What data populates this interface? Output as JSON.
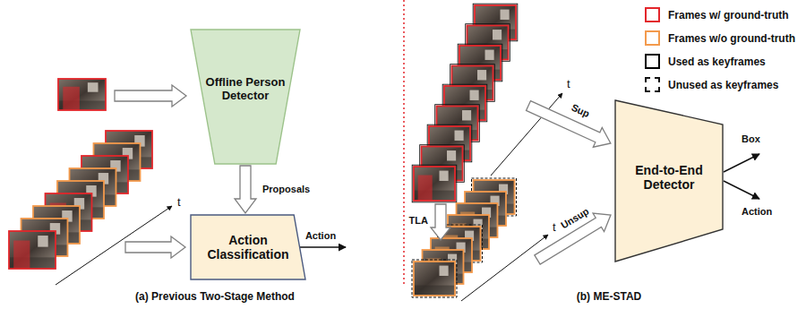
{
  "diagram": {
    "nodes": [
      {
        "text": [
          "Offline Person Detector"
        ]
      },
      {
        "text": [
          "Action Classification"
        ]
      },
      {
        "text": [
          "End-to-End Detector"
        ]
      }
    ],
    "edges": [
      {
        "from": 0,
        "to": 1,
        "label": "Proposals",
        "arrow": "to"
      }
    ],
    "labels": [
      "Action",
      "t",
      "TLA",
      "Sup",
      "Unsup",
      "t",
      "t",
      "Box",
      "Action",
      "(a) Previous Two-Stage Method",
      "(b) ME-STAD"
    ],
    "legend": [
      {
        "text": "Frames w/ ground-truth",
        "color": "#e3262b"
      },
      {
        "text": "Frames w/o ground-truth",
        "color": "#f39a4c"
      },
      {
        "text": "Used as keyframes",
        "color": "#000000"
      },
      {
        "text": "Unused as keyframes"
      }
    ]
  }
}
